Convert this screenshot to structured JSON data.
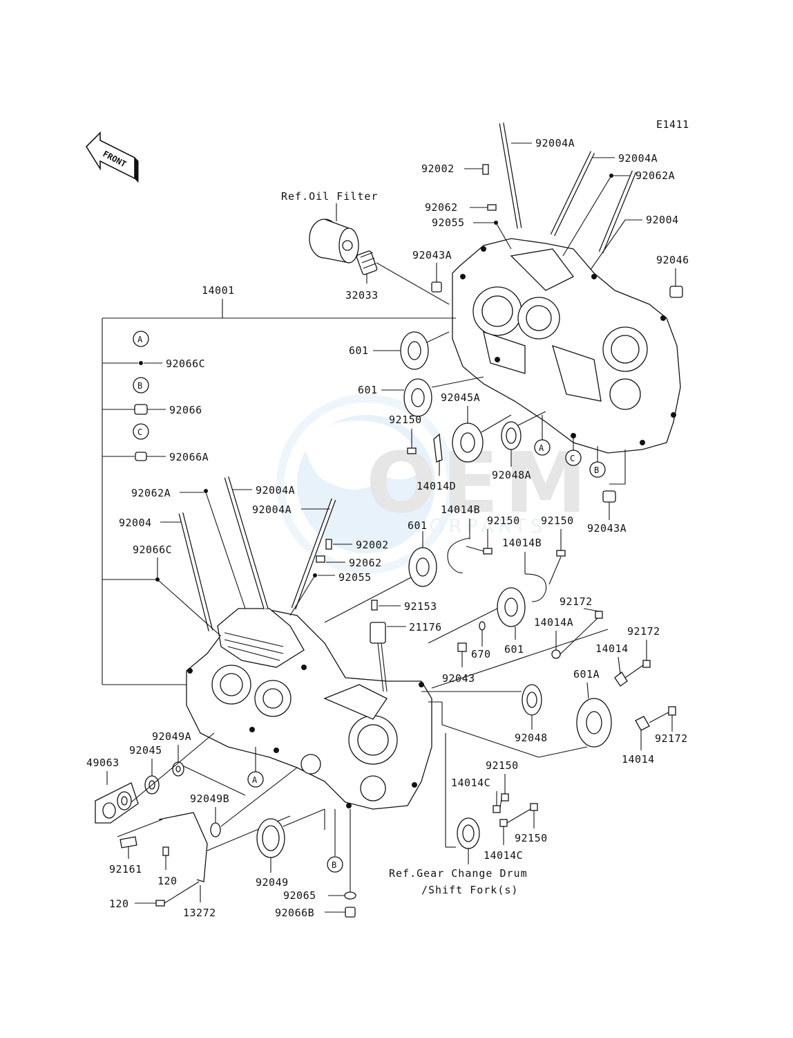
{
  "code": "E1411",
  "front_arrow": "FRONT",
  "refs": {
    "oil_filter": "Ref.Oil Filter",
    "gear_change_1": "Ref.Gear Change Drum",
    "gear_change_2": "/Shift Fork(s)"
  },
  "markers": {
    "a": "A",
    "b": "B",
    "c": "C"
  },
  "watermark": {
    "brand": "OEM",
    "sub": "MOTORPARTS"
  },
  "parts": {
    "p92004A_top": "92004A",
    "p92004A_mid": "92004A",
    "p92062A_top": "92062A",
    "p92004_top": "92004",
    "p92002_top": "92002",
    "p92062_top": "92062",
    "p92055_top": "92055",
    "p92043A_top": "92043A",
    "p32033": "32033",
    "p92046": "92046",
    "p14001": "14001",
    "p92066C_a": "92066C",
    "p92066": "92066",
    "p92066A": "92066A",
    "p601_1": "601",
    "p601_2": "601",
    "p92045A": "92045A",
    "p92150_1": "92150",
    "p14014D": "14014D",
    "p92048A": "92048A",
    "p92043A_r": "92043A",
    "p92062A_l": "92062A",
    "p92004A_l1": "92004A",
    "p92004A_l2": "92004A",
    "p92004_l": "92004",
    "p92066C_b": "92066C",
    "p92002_l": "92002",
    "p92062_l": "92062",
    "p92055_l": "92055",
    "p14014B_1": "14014B",
    "p601_3": "601",
    "p92150_2": "92150",
    "p92150_3": "92150",
    "p14014B_2": "14014B",
    "p92153": "92153",
    "p21176": "21176",
    "p670": "670",
    "p601_4": "601",
    "p92172_1": "92172",
    "p14014A": "14014A",
    "p92172_2": "92172",
    "p14014_1": "14014",
    "p92043": "92043",
    "p601A": "601A",
    "p92048": "92048",
    "p92172_3": "92172",
    "p14014_2": "14014",
    "p92049A": "92049A",
    "p92045": "92045",
    "p49063": "49063",
    "p92049B": "92049B",
    "p92161": "92161",
    "p120_1": "120",
    "p120_2": "120",
    "p13272": "13272",
    "p92049": "92049",
    "p92065": "92065",
    "p92066B": "92066B",
    "p92150_4": "92150",
    "p14014C_1": "14014C",
    "p14014C_2": "14014C",
    "p92150_5": "92150"
  }
}
